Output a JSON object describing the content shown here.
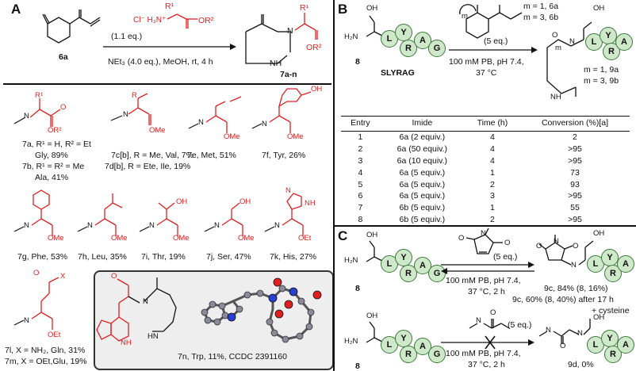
{
  "panel_labels": {
    "a": "A",
    "b": "B",
    "c": "C"
  },
  "scheme_a": {
    "compound_start": "6a",
    "reagent_amount": "(1.1 eq.)",
    "conditions": "NEt₃ (4.0 eq.), MeOH, rt, 4 h",
    "product": "7a-n",
    "amine_label": "Cl⁻ H₃N⁺",
    "r1": "R¹",
    "or2": "OR²",
    "products": [
      {
        "line1": "7a, R¹ = H, R² = Et",
        "line2": "Gly, 89%",
        "line3": "7b, R¹ = R² = Me",
        "line4": "Ala, 41%"
      },
      {
        "line1": "7c[b], R = Me, Val, 7%",
        "line2": "7d[b], R = Ete, Ile, 19%"
      },
      {
        "line1": "7e, Met, 51%"
      },
      {
        "line1": "7f, Tyr, 26%"
      },
      {
        "line1": "7g, Phe, 53%"
      },
      {
        "line1": "7h, Leu, 35%"
      },
      {
        "line1": "7i, Thr, 19%"
      },
      {
        "line1": "7j, Ser, 47%"
      },
      {
        "line1": "7k, His, 27%"
      },
      {
        "line1": "7l, X = NH₂, Gln, 31%",
        "line2": "7m, X = OEt,Glu, 19%"
      },
      {
        "line1": "7n, Trp, 11%, CCDC 2391160"
      }
    ],
    "atom_labels": {
      "ome": "OMe",
      "oet": "OEt",
      "oh": "OH",
      "nh": "NH",
      "n": "N",
      "o": "O",
      "x": "X",
      "r": "R",
      "h2n": "H₂N",
      "hn": "HN"
    }
  },
  "scheme_b": {
    "peptide_name": "SLYRAG",
    "compound": "8",
    "beads": [
      "L",
      "Y",
      "R",
      "A",
      "G"
    ],
    "reagent_line1": "m = 1, 6a",
    "reagent_line2": "m = 3, 6b",
    "reagent_eq": "(5 eq.)",
    "conditions_line1": "100 mM PB, pH 7.4,",
    "conditions_line2": "37 °C",
    "product_line1": "m = 1, 9a",
    "product_line2": "m = 3, 9b",
    "m_label": "m",
    "table": {
      "headers": [
        "Entry",
        "Imide",
        "Time (h)",
        "Conversion (%)[a]"
      ],
      "rows": [
        [
          "1",
          "6a (2 equiv.)",
          "4",
          "2"
        ],
        [
          "2",
          "6a (50 equiv.)",
          "4",
          ">95"
        ],
        [
          "3",
          "6a (10 equiv.)",
          "4",
          ">95"
        ],
        [
          "4",
          "6a (5 equiv.)",
          "1",
          "73"
        ],
        [
          "5",
          "6a (5 equiv.)",
          "2",
          "93"
        ],
        [
          "6",
          "6a (5 equiv.)",
          "3",
          ">95"
        ],
        [
          "7",
          "6b (5 equiv.)",
          "1",
          "55"
        ],
        [
          "8",
          "6b (5 equiv.)",
          "2",
          ">95"
        ]
      ]
    }
  },
  "scheme_c": {
    "compound": "8",
    "reagent_eq": "(5 eq.)",
    "conditions_line1": "100 mM PB, pH 7.4,",
    "conditions_line2": "37 °C, 2 h",
    "result_line1": "9c, 84% (8, 16%)",
    "result_line2": "9c, 60% (8, 40%) after 17 h",
    "result_line3": "+ cysteine",
    "second_eq": "(5 eq.)",
    "second_conditions_line1": "100 mM PB, pH 7.4,",
    "second_conditions_line2": "37 °C, 2 h",
    "second_product": "9d, 0%"
  }
}
